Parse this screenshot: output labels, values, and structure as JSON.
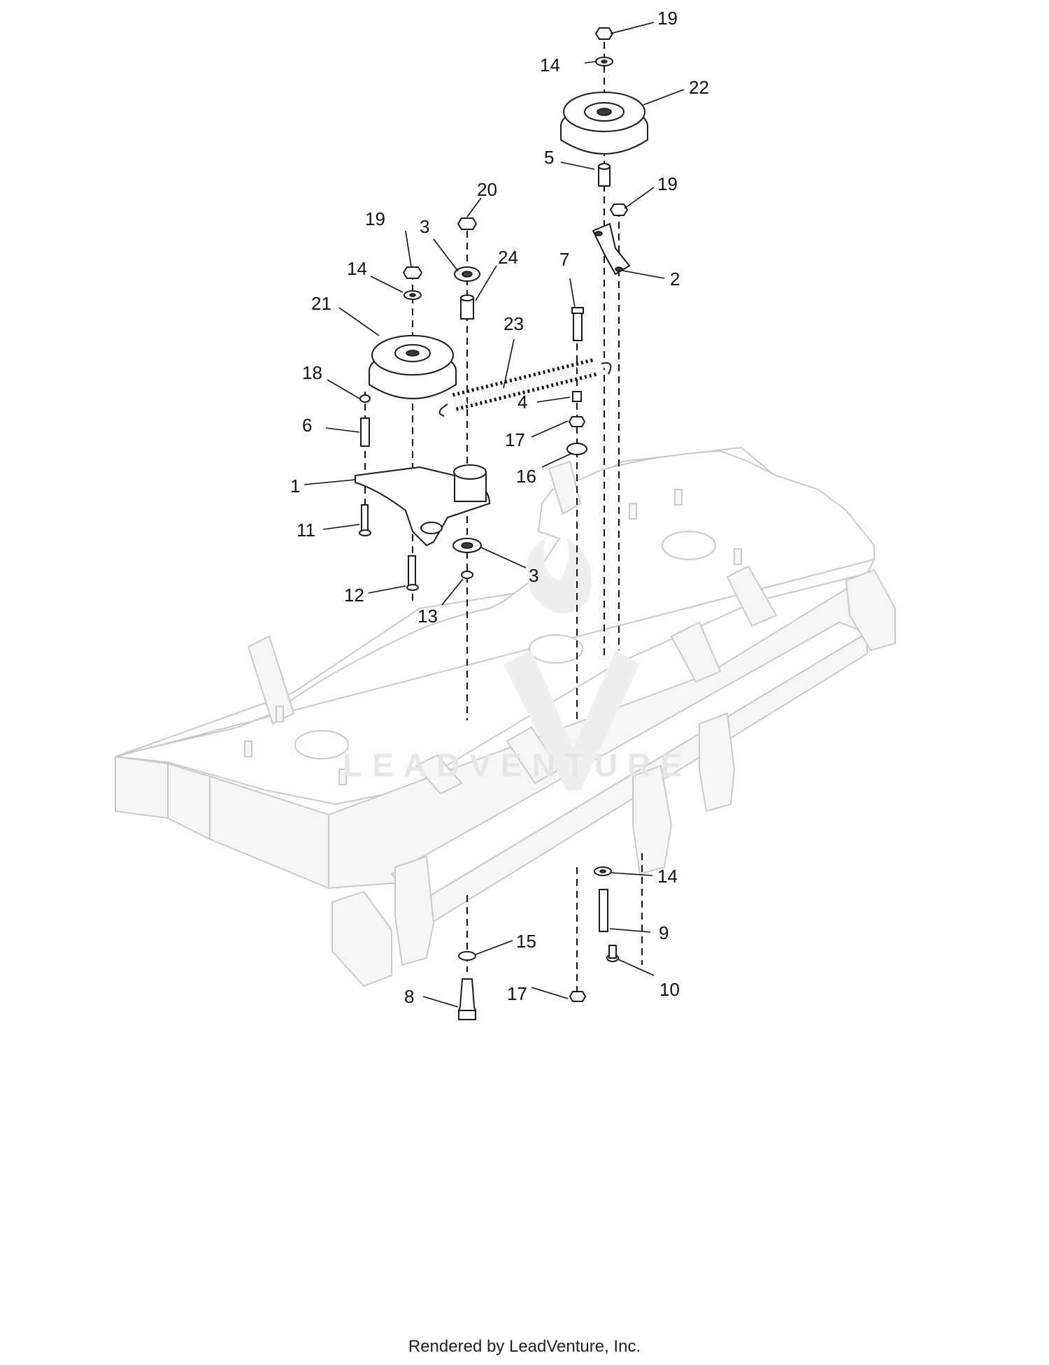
{
  "watermark": {
    "text": "LEADVENTURE"
  },
  "footer": {
    "text": "Rendered by LeadVenture, Inc."
  },
  "callouts": {
    "c1": "1",
    "c2": "2",
    "c3a": "3",
    "c3b": "3",
    "c4": "4",
    "c5": "5",
    "c6": "6",
    "c7": "7",
    "c8": "8",
    "c9": "9",
    "c10": "10",
    "c11": "11",
    "c12": "12",
    "c13": "13",
    "c14a": "14",
    "c14b": "14",
    "c14c": "14",
    "c15": "15",
    "c16": "16",
    "c17a": "17",
    "c17b": "17",
    "c18": "18",
    "c19a": "19",
    "c19b": "19",
    "c19c": "19",
    "c20": "20",
    "c21": "21",
    "c22": "22",
    "c23": "23",
    "c24": "24"
  }
}
